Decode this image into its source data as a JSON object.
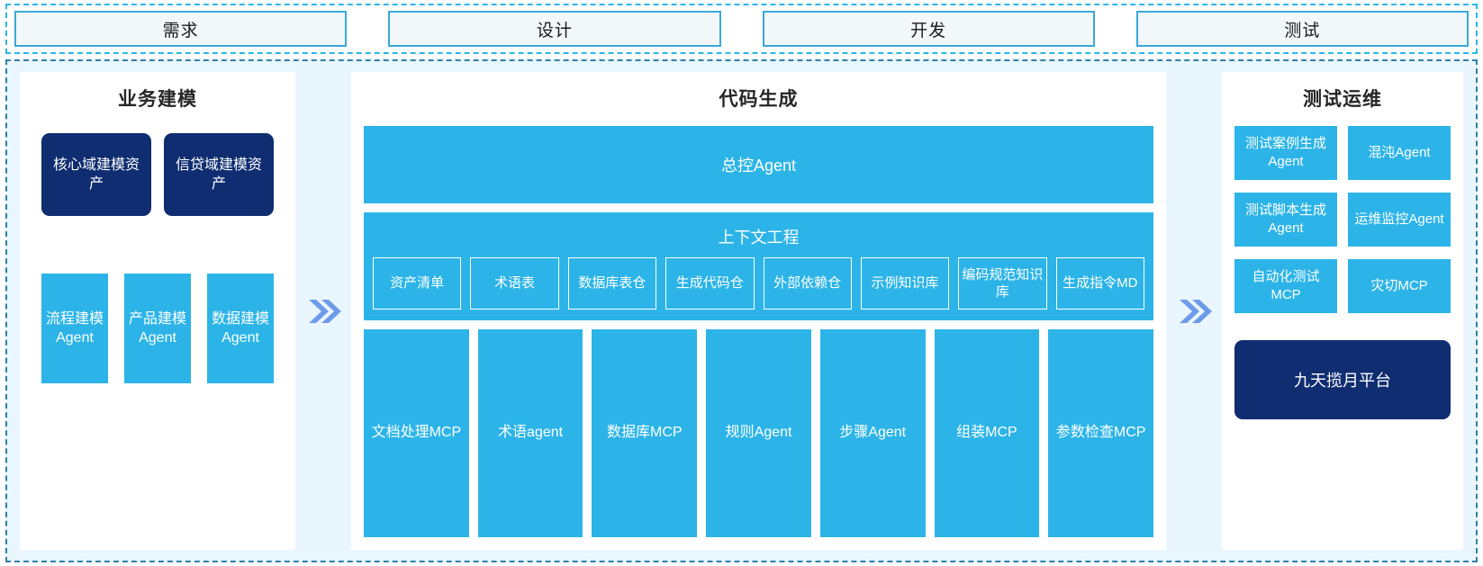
{
  "stages": {
    "items": [
      {
        "label": "需求"
      },
      {
        "label": "设计"
      },
      {
        "label": "开发"
      },
      {
        "label": "测试"
      }
    ]
  },
  "colors": {
    "accent_cyan": "#2cb4e8",
    "navy": "#0f2d70",
    "panel_bg": "#eaf6fd",
    "stage_border": "#3aa8d8",
    "stage_fill": "#f2f7fa",
    "chevron": "#6e9aea",
    "text_dark": "#262626"
  },
  "connectors": {
    "left_to_center": "double-chevron-right",
    "center_to_right": "double-chevron-right"
  },
  "panels": {
    "business_modeling": {
      "title": "业务建模",
      "assets": [
        {
          "label": "核心域建模资产"
        },
        {
          "label": "信贷域建模资产"
        }
      ],
      "agents": [
        {
          "label": "流程建模Agent"
        },
        {
          "label": "产品建模Agent"
        },
        {
          "label": "数据建模Agent"
        }
      ]
    },
    "code_generation": {
      "title": "代码生成",
      "master_agent": "总控Agent",
      "context": {
        "title": "上下文工程",
        "items": [
          {
            "label": "资产清单"
          },
          {
            "label": "术语表"
          },
          {
            "label": "数据库表仓"
          },
          {
            "label": "生成代码仓"
          },
          {
            "label": "外部依赖仓"
          },
          {
            "label": "示例知识库"
          },
          {
            "label": "编码规范知识库"
          },
          {
            "label": "生成指令MD"
          }
        ]
      },
      "tools": [
        {
          "label": "文档处理MCP"
        },
        {
          "label": "术语agent"
        },
        {
          "label": "数据库MCP"
        },
        {
          "label": "规则Agent"
        },
        {
          "label": "步骤Agent"
        },
        {
          "label": "组装MCP"
        },
        {
          "label": "参数检查MCP"
        }
      ]
    },
    "test_ops": {
      "title": "测试运维",
      "cards": [
        {
          "label": "测试案例生成Agent"
        },
        {
          "label": "混沌Agent"
        },
        {
          "label": "测试脚本生成Agent"
        },
        {
          "label": "运维监控Agent"
        },
        {
          "label": "自动化测试MCP"
        },
        {
          "label": "灾切MCP"
        }
      ],
      "platform": "九天揽月平台"
    }
  }
}
